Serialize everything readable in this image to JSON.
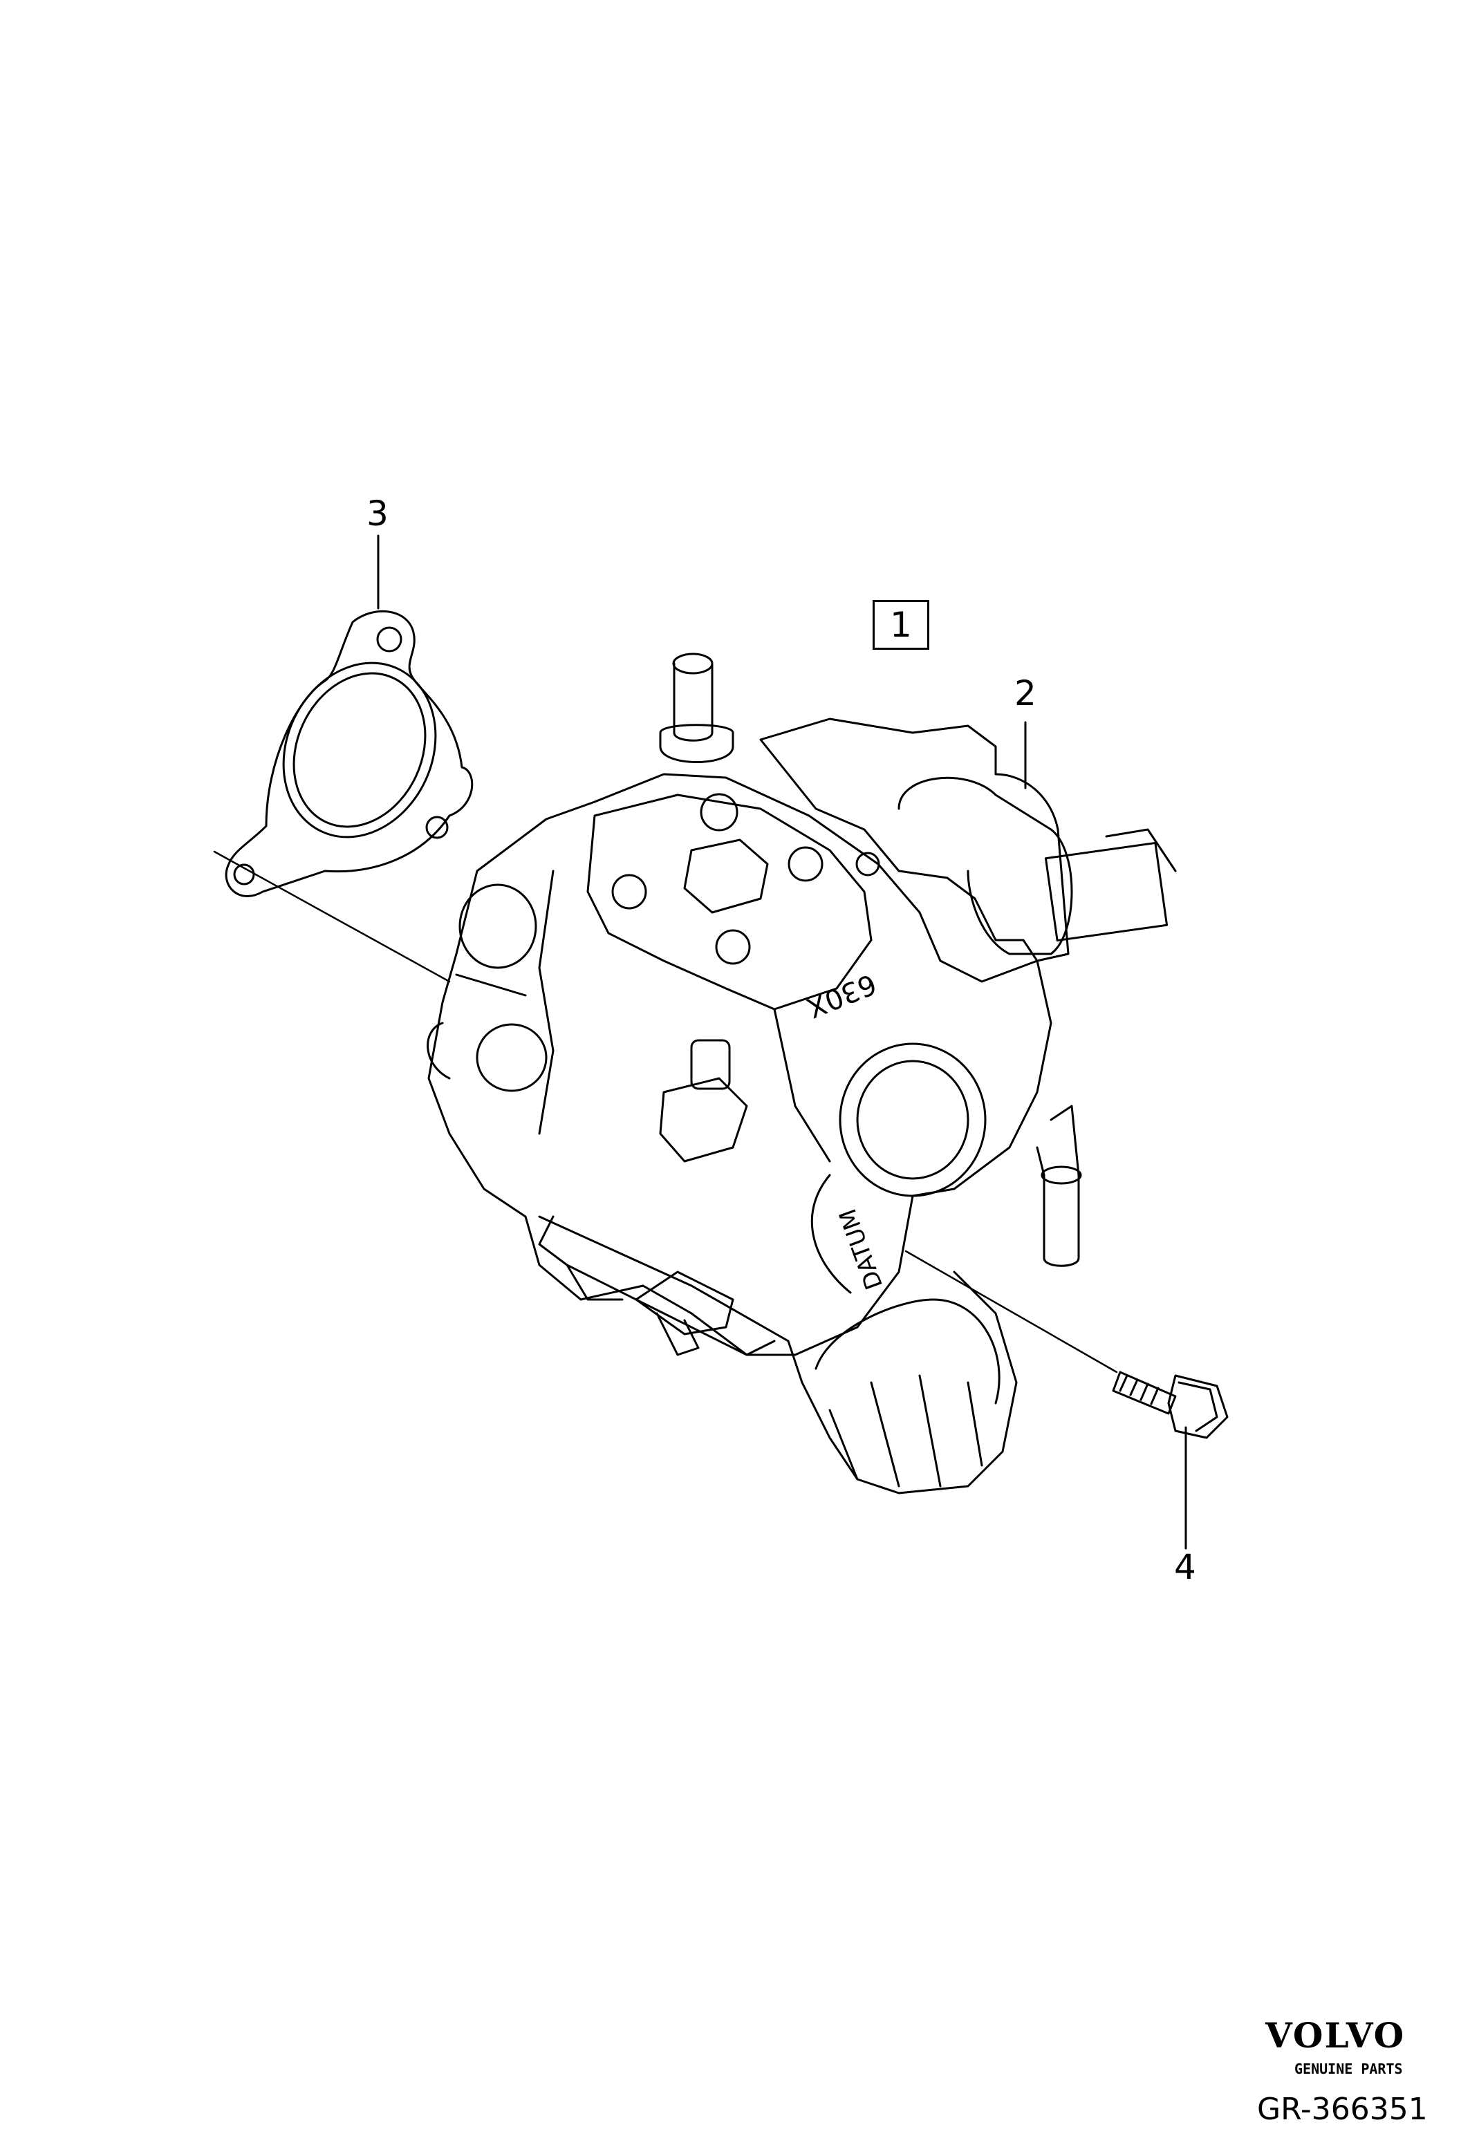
{
  "callouts": {
    "item1": "1",
    "item2": "2",
    "item3": "3",
    "item4": "4"
  },
  "branding": {
    "brand": "VOLVO",
    "tagline": "GENUINE PARTS",
    "reference": "GR-366351"
  },
  "part_markings": {
    "code": "630X",
    "stamp": "DATUM"
  },
  "colors": {
    "line": "#000000",
    "background": "#ffffff"
  }
}
